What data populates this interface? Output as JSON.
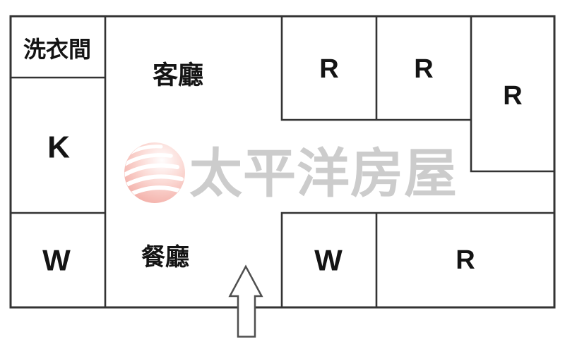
{
  "page": {
    "type": "real-estate-floor-plan",
    "background_color": "#ffffff"
  },
  "watermark": {
    "brand_text": "太平洋房屋",
    "logo_icon": "pacific-sphere-logo",
    "text_color": "#cccccc",
    "logo_colors": {
      "highlight": "#fffdfd",
      "mid_pink": "#fbd9d4",
      "edge_pink": "#f2a9a2",
      "wave": "#ffffff"
    }
  },
  "floor_plan": {
    "wall_color": "#333333",
    "label_color": "#141414",
    "rooms": {
      "laundry": {
        "label": "洗衣間"
      },
      "living_room": {
        "label": "客廳"
      },
      "kitchen": {
        "label": "K"
      },
      "wc_left": {
        "label": "W"
      },
      "dining_room": {
        "label": "餐廳"
      },
      "bedroom_top_1": {
        "label": "R"
      },
      "bedroom_top_2": {
        "label": "R"
      },
      "bedroom_right": {
        "label": "R"
      },
      "wc_bottom": {
        "label": "W"
      },
      "bedroom_bottom": {
        "label": "R"
      }
    }
  },
  "entrance_arrow": {
    "direction": "up",
    "fill_color": "#ffffff",
    "outline_color": "#4f4f4f"
  }
}
